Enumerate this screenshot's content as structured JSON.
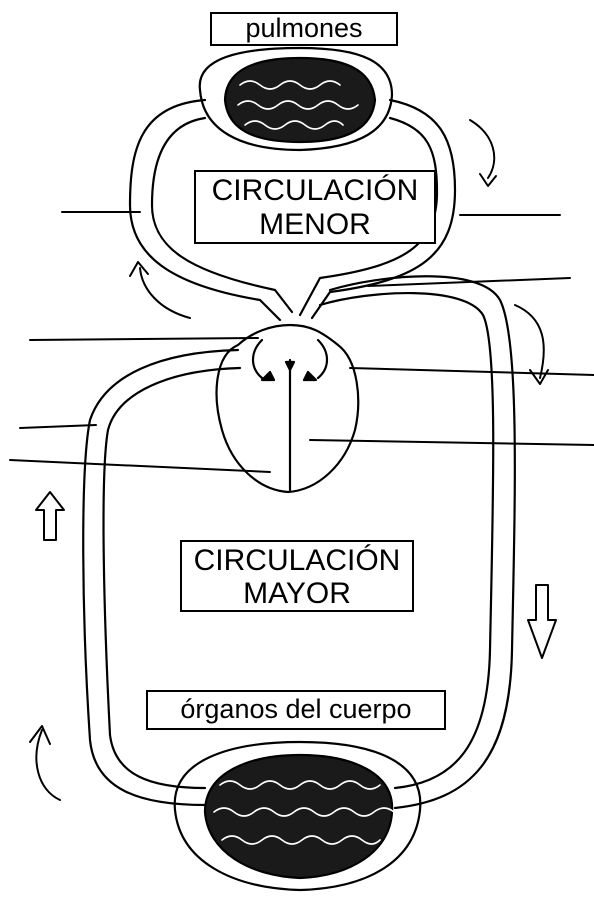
{
  "labels": {
    "lungs": "pulmones",
    "minor_circulation_line1": "CIRCULACIÓN",
    "minor_circulation_line2": "MENOR",
    "major_circulation_line1": "CIRCULACIÓN",
    "major_circulation_line2": "MAYOR",
    "body_organs": "órganos del cuerpo"
  },
  "style": {
    "ink": "#000000",
    "paper": "#ffffff"
  }
}
